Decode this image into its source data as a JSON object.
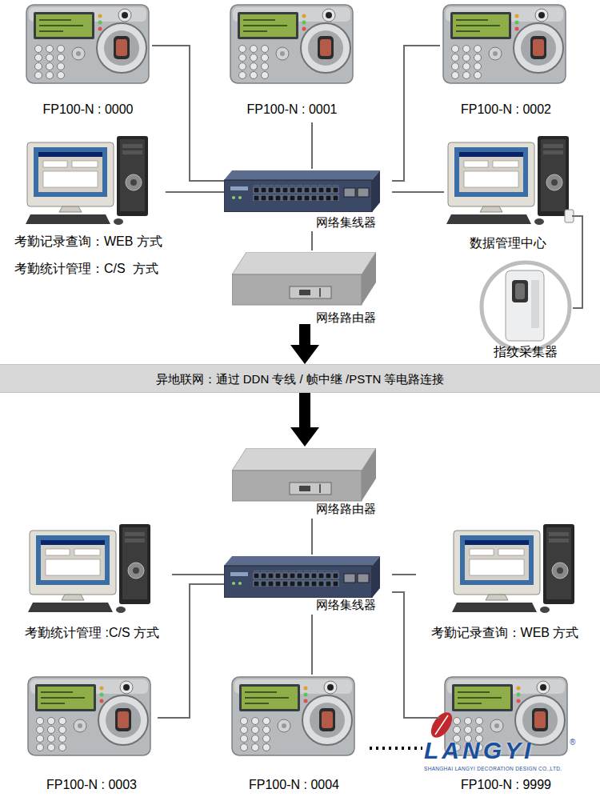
{
  "diagram": {
    "nodes": [
      {
        "text": [
          "FP100-N : 0000"
        ]
      },
      {
        "text": [
          "FP100-N : 0001"
        ]
      },
      {
        "text": [
          "FP100-N : 0002"
        ]
      },
      {
        "text": [
          "考勤记录查询：WEB 方式",
          "考勤统计管理：C/S  方式"
        ]
      },
      {
        "text": [
          "网络集线器"
        ]
      },
      {
        "text": [
          "数据管理中心"
        ]
      },
      {
        "text": [
          "网络路由器"
        ]
      },
      {
        "text": [
          "指纹采集器"
        ]
      },
      {
        "text": [
          "异地联网：通过 DDN 专线 / 帧中继 /PSTN 等电路连接"
        ]
      },
      {
        "text": [
          "网络路由器"
        ]
      },
      {
        "text": [
          "网络集线器"
        ]
      },
      {
        "text": [
          "考勤统计管理 :C/S 方式"
        ]
      },
      {
        "text": [
          "考勤记录查询：WEB 方式"
        ]
      },
      {
        "text": [
          "FP100-N : 0003"
        ]
      },
      {
        "text": [
          "FP100-N : 0004"
        ]
      },
      {
        "text": [
          "FP100-N : 9999"
        ]
      }
    ],
    "edges": [
      {
        "from": 0,
        "to": 4,
        "arrow": "none"
      },
      {
        "from": 1,
        "to": 4,
        "arrow": "none"
      },
      {
        "from": 2,
        "to": 4,
        "arrow": "none"
      },
      {
        "from": 3,
        "to": 4,
        "arrow": "none"
      },
      {
        "from": 5,
        "to": 4,
        "arrow": "none"
      },
      {
        "from": 4,
        "to": 6,
        "arrow": "none"
      },
      {
        "from": 5,
        "to": 7,
        "arrow": "none"
      },
      {
        "from": 6,
        "to": 8,
        "arrow": "to"
      },
      {
        "from": 8,
        "to": 9,
        "arrow": "to"
      },
      {
        "from": 9,
        "to": 10,
        "arrow": "none"
      },
      {
        "from": 10,
        "to": 11,
        "arrow": "none"
      },
      {
        "from": 10,
        "to": 12,
        "arrow": "none"
      },
      {
        "from": 10,
        "to": 13,
        "arrow": "none"
      },
      {
        "from": 10,
        "to": 14,
        "arrow": "none"
      },
      {
        "from": 10,
        "to": 15,
        "arrow": "none"
      }
    ],
    "labels": [
      "LANGYI",
      "®",
      "SHANGHAI LANGYI DECORATION DESIGN CO.,LTD."
    ]
  }
}
